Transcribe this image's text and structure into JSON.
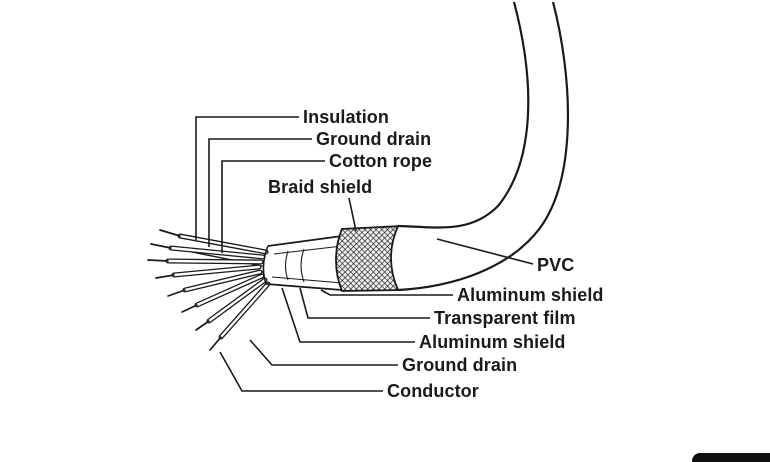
{
  "diagram": {
    "subject": "cable-layers-cutaway",
    "colors": {
      "ink": "#1a1a1a",
      "background": "#ffffff"
    },
    "labels": {
      "insulation": "Insulation",
      "ground_drain_top": "Ground drain",
      "cotton_rope": "Cotton rope",
      "braid_shield": "Braid shield",
      "pvc": "PVC",
      "aluminum_shield_outer": "Aluminum shield",
      "transparent_film": "Transparent film",
      "aluminum_shield_inner": "Aluminum shield",
      "ground_drain_bottom": "Ground drain",
      "conductor": "Conductor"
    }
  }
}
